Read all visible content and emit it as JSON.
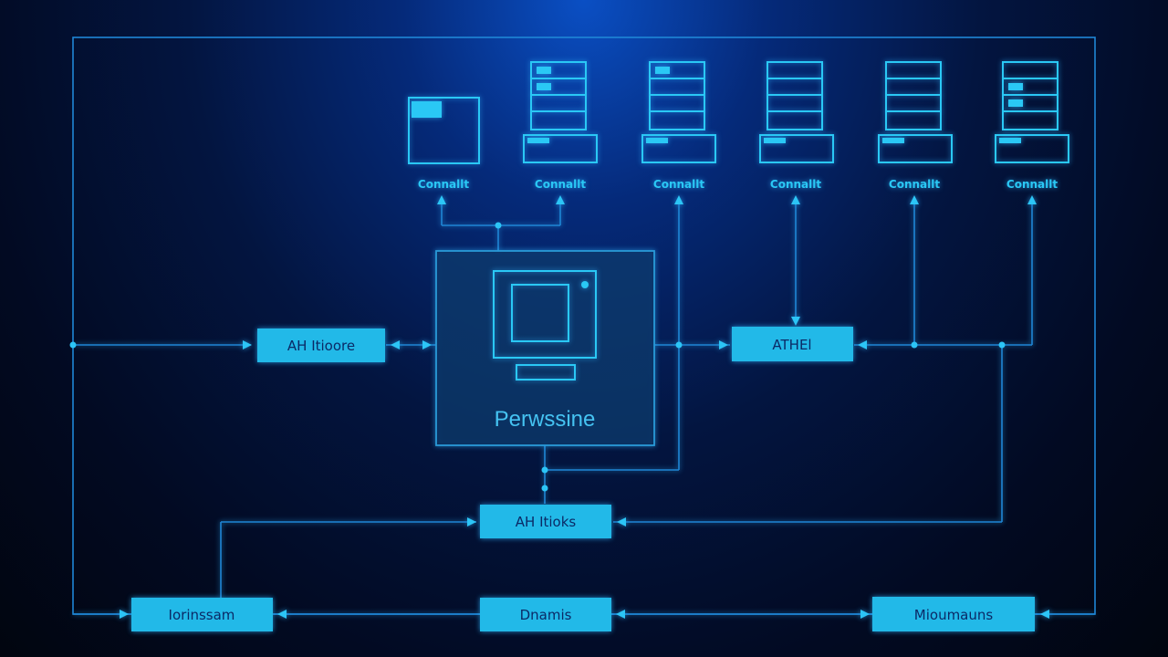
{
  "center_node": {
    "label": "Perwssine"
  },
  "devices": [
    {
      "type": "monitor",
      "label": "Connallt"
    },
    {
      "type": "server",
      "label": "Connallt"
    },
    {
      "type": "server",
      "label": "Connallt"
    },
    {
      "type": "server",
      "label": "Connallt"
    },
    {
      "type": "server",
      "label": "Connallt"
    },
    {
      "type": "server",
      "label": "Connallt"
    }
  ],
  "boxes": {
    "left_mid": "AH Itioore",
    "right_mid": "ATHEl",
    "center_low": "AH Itioks",
    "bottom_left": "Iorinssam",
    "bottom_center": "Dnamis",
    "bottom_right": "Mioumauns"
  },
  "colors": {
    "accent": "#22b9e8",
    "wire": "#1f86d6",
    "background": "#031540"
  }
}
